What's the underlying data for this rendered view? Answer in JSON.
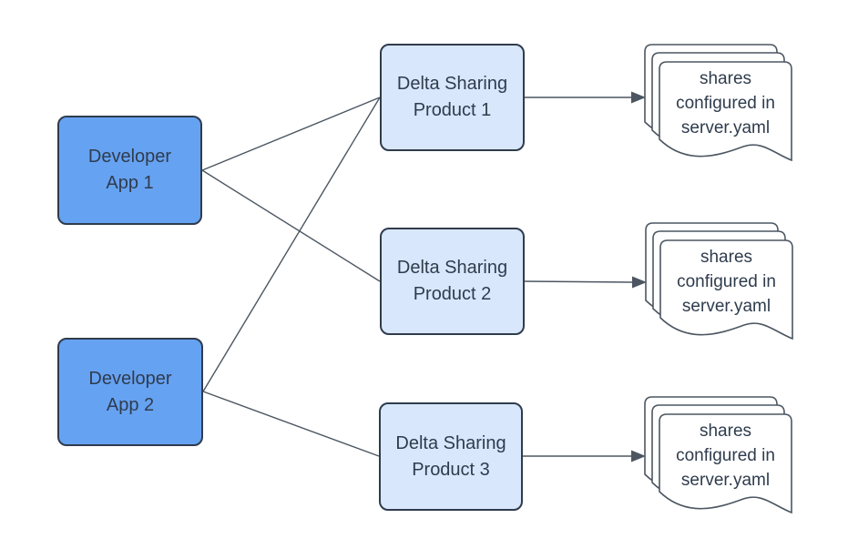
{
  "diagram": {
    "type": "flow-diagram",
    "background": "#ffffff",
    "colors": {
      "dev_fill": "#66a2f2",
      "product_fill": "#d9e7fc",
      "doc_fill": "#ffffff",
      "node_border": "#2f3c4d",
      "doc_border": "#4c5661",
      "connector": "#4c5661",
      "text": "#2f3c4d"
    },
    "nodes": {
      "developer_apps": [
        {
          "label": "Developer App 1",
          "lines": [
            "Developer",
            "App 1"
          ]
        },
        {
          "label": "Developer App 2",
          "lines": [
            "Developer",
            "App 2"
          ]
        }
      ],
      "products": [
        {
          "label": "Delta Sharing Product 1",
          "lines": [
            "Delta Sharing",
            "Product 1"
          ]
        },
        {
          "label": "Delta Sharing Product 2",
          "lines": [
            "Delta Sharing",
            "Product 2"
          ]
        },
        {
          "label": "Delta Sharing Product 3",
          "lines": [
            "Delta Sharing",
            "Product 3"
          ]
        }
      ],
      "documents": [
        {
          "label": "shares configured in server.yaml",
          "lines": [
            "shares",
            "configured in",
            "server.yaml"
          ]
        },
        {
          "label": "shares configured in server.yaml",
          "lines": [
            "shares",
            "configured in",
            "server.yaml"
          ]
        },
        {
          "label": "shares configured in server.yaml",
          "lines": [
            "shares",
            "configured in",
            "server.yaml"
          ]
        }
      ]
    },
    "edges": [
      {
        "from": "developer-app-1",
        "to": "delta-sharing-product-1",
        "arrow": false
      },
      {
        "from": "developer-app-1",
        "to": "delta-sharing-product-2",
        "arrow": false
      },
      {
        "from": "developer-app-2",
        "to": "delta-sharing-product-1",
        "arrow": false
      },
      {
        "from": "developer-app-2",
        "to": "delta-sharing-product-3",
        "arrow": false
      },
      {
        "from": "delta-sharing-product-1",
        "to": "document-stack-1",
        "arrow": true
      },
      {
        "from": "delta-sharing-product-2",
        "to": "document-stack-2",
        "arrow": true
      },
      {
        "from": "delta-sharing-product-3",
        "to": "document-stack-3",
        "arrow": true
      }
    ]
  }
}
